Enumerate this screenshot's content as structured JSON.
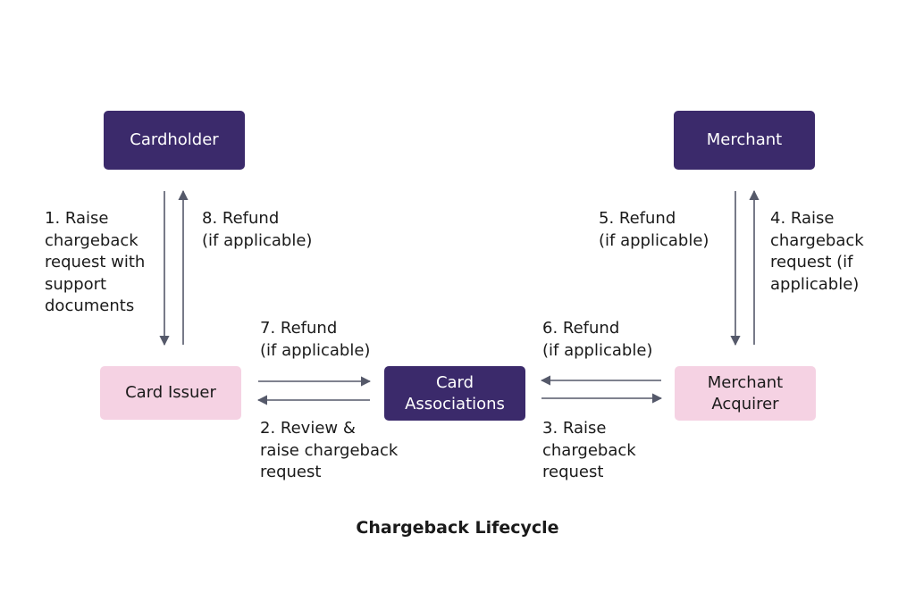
{
  "nodes": {
    "cardholder": "Cardholder",
    "merchant": "Merchant",
    "card_issuer": "Card Issuer",
    "card_associations": "Card\nAssociations",
    "merchant_acquirer": "Merchant\nAcquirer"
  },
  "steps": {
    "s1": "1. Raise\nchargeback\nrequest with\nsupport\ndocuments",
    "s2": "2. Review &\nraise chargeback\nrequest",
    "s3": "3. Raise\nchargeback\nrequest",
    "s4": "4. Raise\nchargeback\nrequest (if\napplicable)",
    "s5": "5. Refund\n(if applicable)",
    "s6": "6. Refund\n(if applicable)",
    "s7": "7. Refund\n(if applicable)",
    "s8": "8. Refund\n(if applicable)"
  },
  "caption": "Chargeback Lifecycle",
  "colors": {
    "dark_node": "#3b2a6b",
    "light_node": "#f5d2e3",
    "arrow": "#55596a"
  }
}
